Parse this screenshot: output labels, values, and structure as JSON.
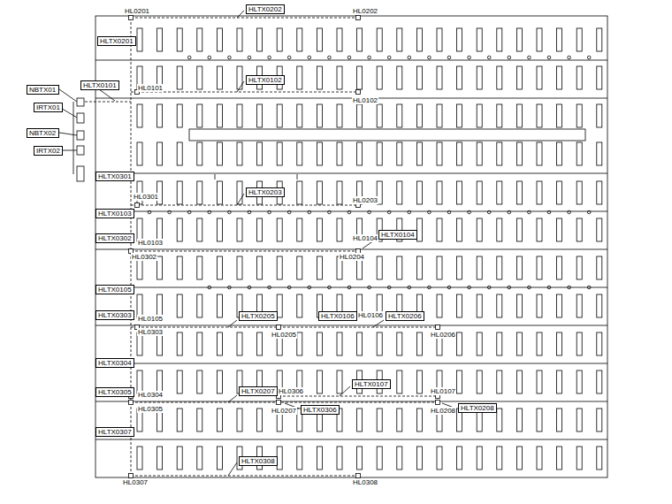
{
  "diagram": {
    "nodes": [
      {
        "text": [
          "HLTX0202"
        ]
      },
      {
        "text": [
          "HLTX0201"
        ]
      },
      {
        "text": [
          "HLTX0101"
        ]
      },
      {
        "text": [
          "HLTX0102"
        ]
      },
      {
        "text": [
          "NBTX01"
        ]
      },
      {
        "text": [
          "IRTX01"
        ]
      },
      {
        "text": [
          "NBTX02"
        ]
      },
      {
        "text": [
          "IRTX02"
        ]
      },
      {
        "text": [
          "HLTX0301"
        ]
      },
      {
        "text": [
          "HLTX0203"
        ]
      },
      {
        "text": [
          "HLTX0103"
        ]
      },
      {
        "text": [
          "HLTX0104"
        ]
      },
      {
        "text": [
          "HLTX0302"
        ]
      },
      {
        "text": [
          "HLTX0105"
        ]
      },
      {
        "text": [
          "HLTX0303"
        ]
      },
      {
        "text": [
          "HLTX0205"
        ]
      },
      {
        "text": [
          "HLTX0106"
        ]
      },
      {
        "text": [
          "HLTX0206"
        ]
      },
      {
        "text": [
          "HLTX0304"
        ]
      },
      {
        "text": [
          "HLTX0107"
        ]
      },
      {
        "text": [
          "HLTX0207"
        ]
      },
      {
        "text": [
          "HLTX0305"
        ]
      },
      {
        "text": [
          "HLTX0306"
        ]
      },
      {
        "text": [
          "HLTX0208"
        ]
      },
      {
        "text": [
          "HLTX0307"
        ]
      },
      {
        "text": [
          "HLTX0308"
        ]
      }
    ],
    "labels": [
      "HL0201",
      "HL0202",
      "HL0101",
      "HL0102",
      "HL0301",
      "HL0203",
      "HL0104",
      "HL0103",
      "HL0302",
      "HL0204",
      "HL0105",
      "HL0106",
      "HL0303",
      "HL0205",
      "HL0206",
      "HL0306",
      "HL0107",
      "HL0304",
      "HL0305",
      "HL0207",
      "HL0208",
      "HL0307",
      "HL0308"
    ]
  }
}
